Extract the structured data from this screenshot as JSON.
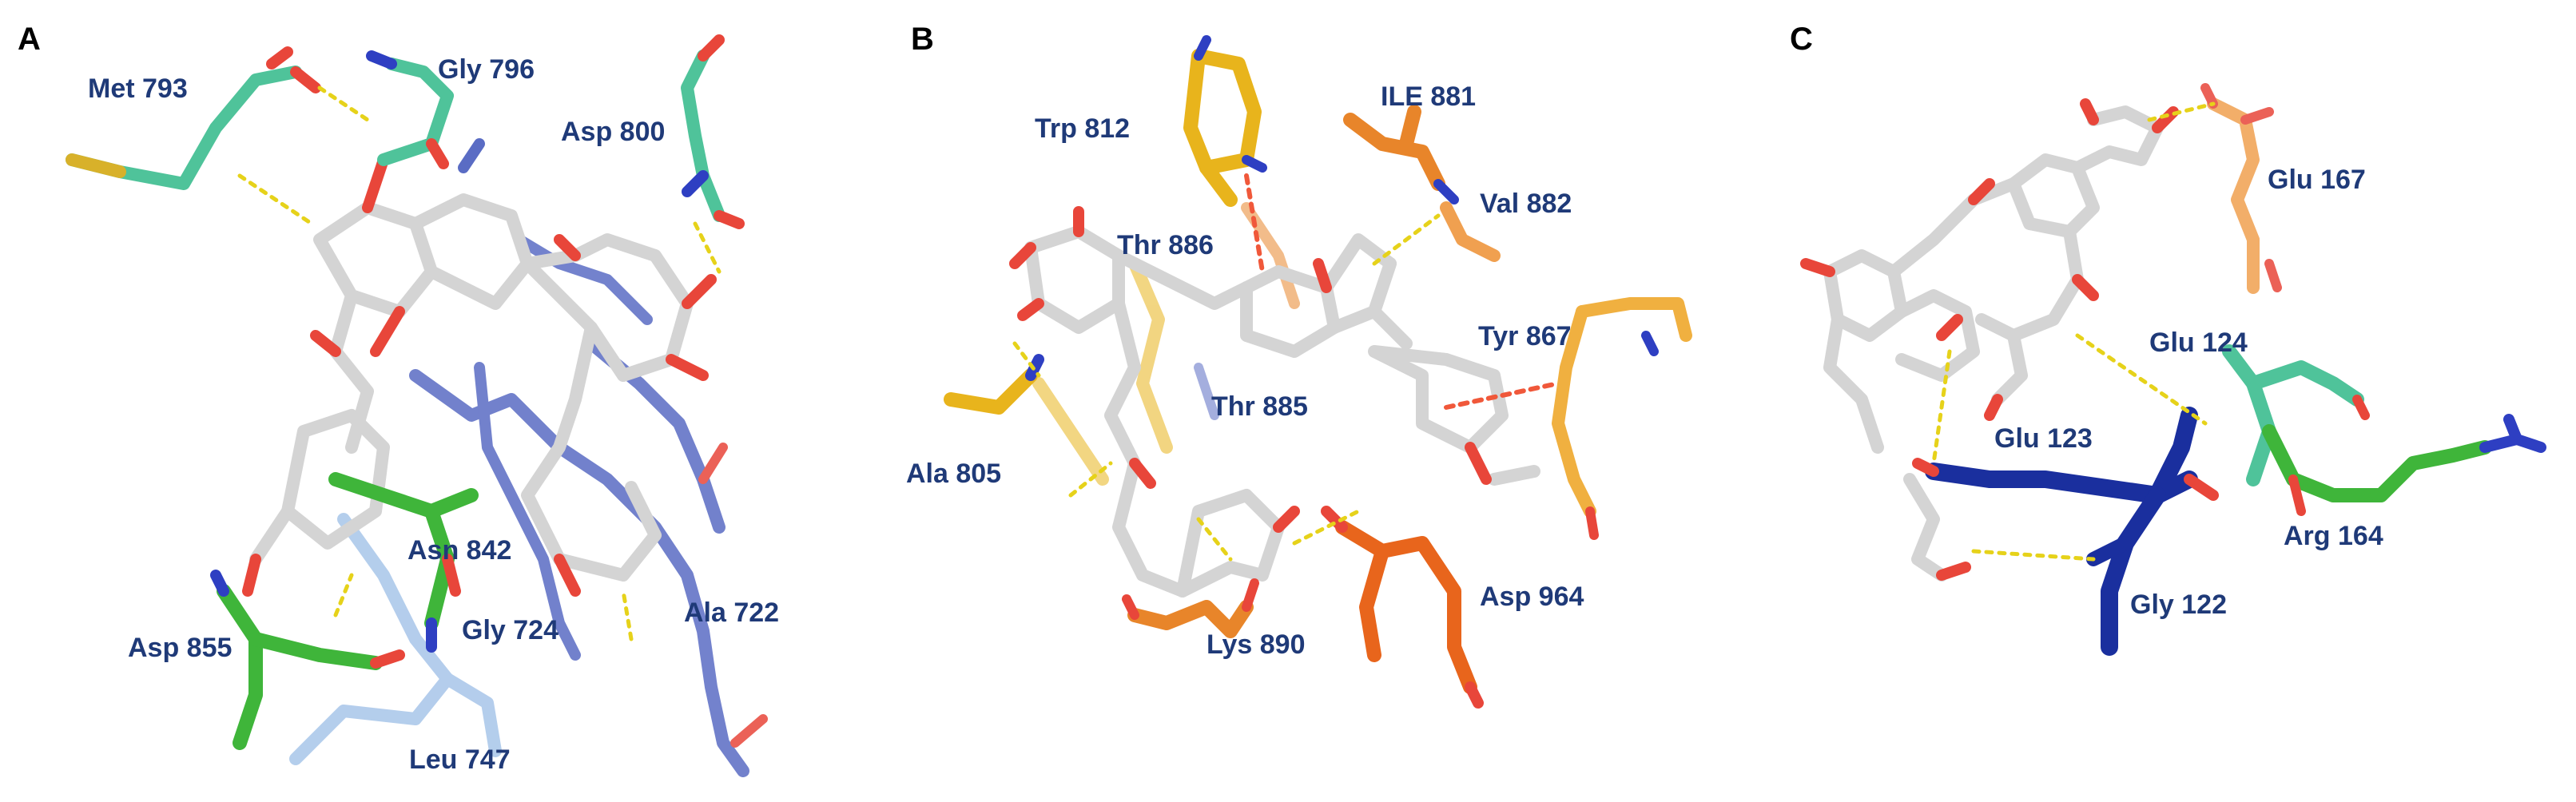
{
  "colors": {
    "ligand": "#d4d4d4",
    "oxygen": "#e8463a",
    "nitrogen": "#2e3fc2",
    "sulfur": "#d8b12a",
    "teal": "#4fc39a",
    "green": "#3fb53a",
    "slate": "#5a6cc4",
    "light_blue": "#9bbde6",
    "gold": "#e8b41c",
    "orange": "#e8852a",
    "orange_dark": "#e8651c",
    "navy": "#1a2f9e",
    "label": "#1f3a78",
    "hbond": "#e6d21a",
    "pi": "#f0583a"
  },
  "panels": [
    {
      "id": "A",
      "letter": "A",
      "residues": [
        "Met 793",
        "Gly 796",
        "Asp 800",
        "Asn 842",
        "Gly 724",
        "Ala 722",
        "Asp 855",
        "Leu 747"
      ]
    },
    {
      "id": "B",
      "letter": "B",
      "residues": [
        "Trp 812",
        "ILE 881",
        "Val 882",
        "Thr 886",
        "Tyr 867",
        "Thr 885",
        "Ala 805",
        "Asp 964",
        "Lys 890"
      ]
    },
    {
      "id": "C",
      "letter": "C",
      "residues": [
        "Glu 167",
        "Glu 124",
        "Glu 123",
        "Arg 164",
        "Gly 122"
      ]
    }
  ]
}
